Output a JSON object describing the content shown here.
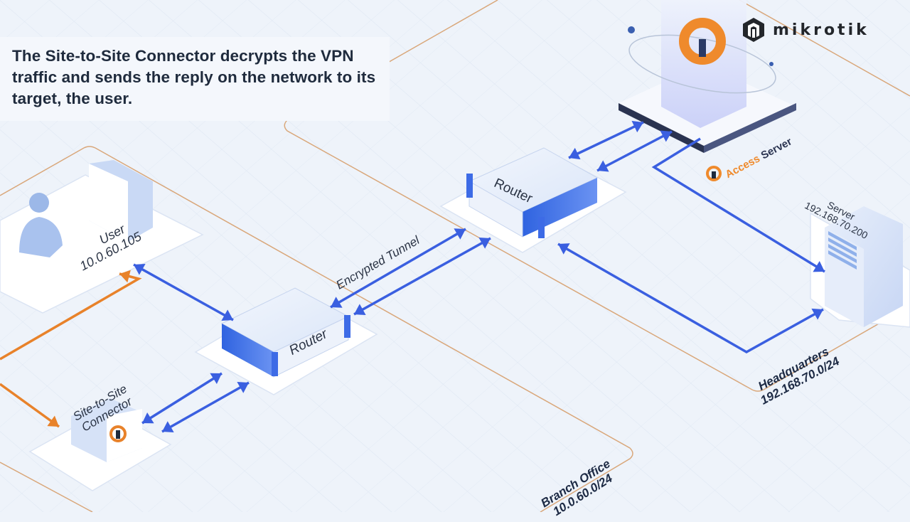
{
  "brand": {
    "name": "mikrotik",
    "logo_icon": "mikrotik-hex-icon"
  },
  "caption": "The Site-to-Site Connector decrypts the VPN traffic and sends the reply on the network to its target, the user.",
  "colors": {
    "background": "#eef3fa",
    "arrow_blue": "#3a5fe0",
    "arrow_orange": "#e8822a",
    "zone_border": "#d9a77a",
    "text_dark": "#1f2b3d"
  },
  "nodes": {
    "user": {
      "title": "User",
      "ip": "10.0.60.105",
      "icon": "user-workstation-icon"
    },
    "branch_router": {
      "title": "Router",
      "icon": "router-icon"
    },
    "hq_router": {
      "title": "Router",
      "icon": "router-icon"
    },
    "connector": {
      "title_line1": "Site-to-Site",
      "title_line2": "Connector",
      "icon": "openvpn-keyhole-icon"
    },
    "access_server": {
      "brand_orange": "Access",
      "brand_dark": "Server",
      "icon": "access-server-cube-icon"
    },
    "server": {
      "title": "Server",
      "ip": "192.168.70.200",
      "icon": "server-tower-icon"
    }
  },
  "zones": {
    "branch": {
      "name": "Branch Office",
      "subnet": "10.0.60.0/24"
    },
    "hq": {
      "name": "Headquarters",
      "subnet": "192.168.70.0/24"
    }
  },
  "links": {
    "tunnel_label": "Encrypted Tunnel"
  }
}
